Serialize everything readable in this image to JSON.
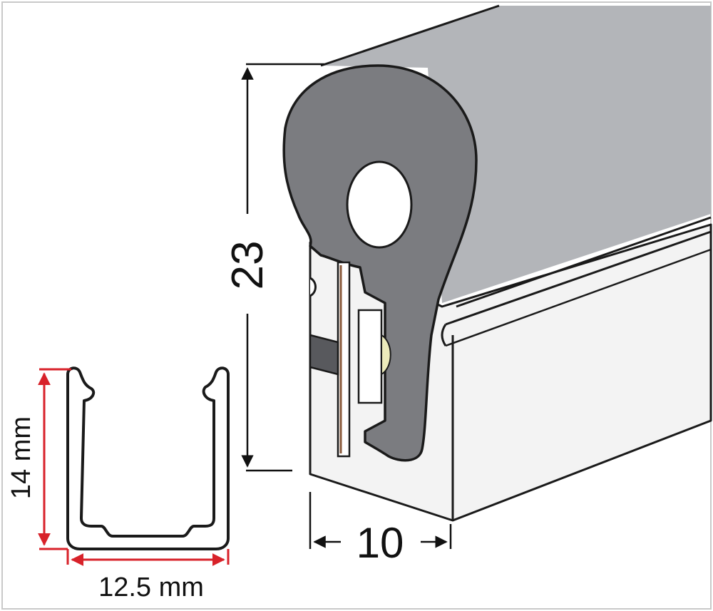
{
  "dimensions": {
    "height_main": "23",
    "width_main": "10",
    "channel_height": "14 mm",
    "channel_width": "12.5 mm"
  },
  "colors": {
    "profile_top": "#b3b5b9",
    "profile_dark": "#7b7c80",
    "housing": "#f3f3f3",
    "outline": "#1a1a1a",
    "dim_black": "#111111",
    "dim_red": "#d8222a",
    "led_yellow": "#ecebbb",
    "pcb_brown": "#8a5a3a",
    "border": "#c9c9c9"
  }
}
